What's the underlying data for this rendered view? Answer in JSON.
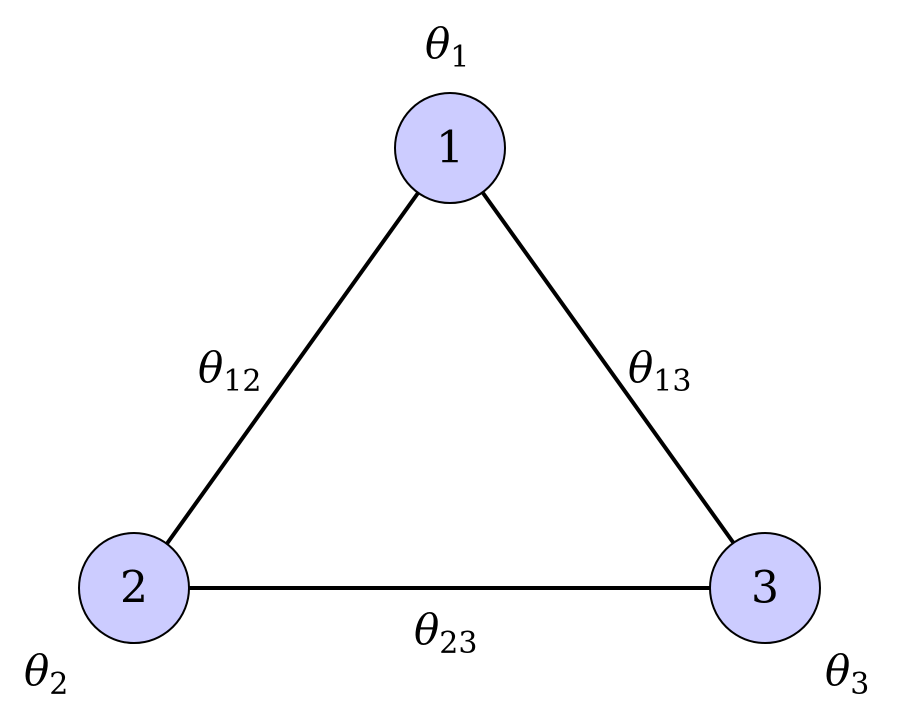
{
  "diagram": {
    "node_fill": "#ccccff",
    "node_stroke": "#000000",
    "edge_color": "#000000",
    "nodes": [
      {
        "id": "1",
        "label": "1",
        "param_symbol": "θ",
        "param_subscript": "1"
      },
      {
        "id": "2",
        "label": "2",
        "param_symbol": "θ",
        "param_subscript": "2"
      },
      {
        "id": "3",
        "label": "3",
        "param_symbol": "θ",
        "param_subscript": "3"
      }
    ],
    "edges": [
      {
        "from": "1",
        "to": "2",
        "param_symbol": "θ",
        "param_subscript": "12"
      },
      {
        "from": "1",
        "to": "3",
        "param_symbol": "θ",
        "param_subscript": "13"
      },
      {
        "from": "2",
        "to": "3",
        "param_symbol": "θ",
        "param_subscript": "23"
      }
    ]
  }
}
